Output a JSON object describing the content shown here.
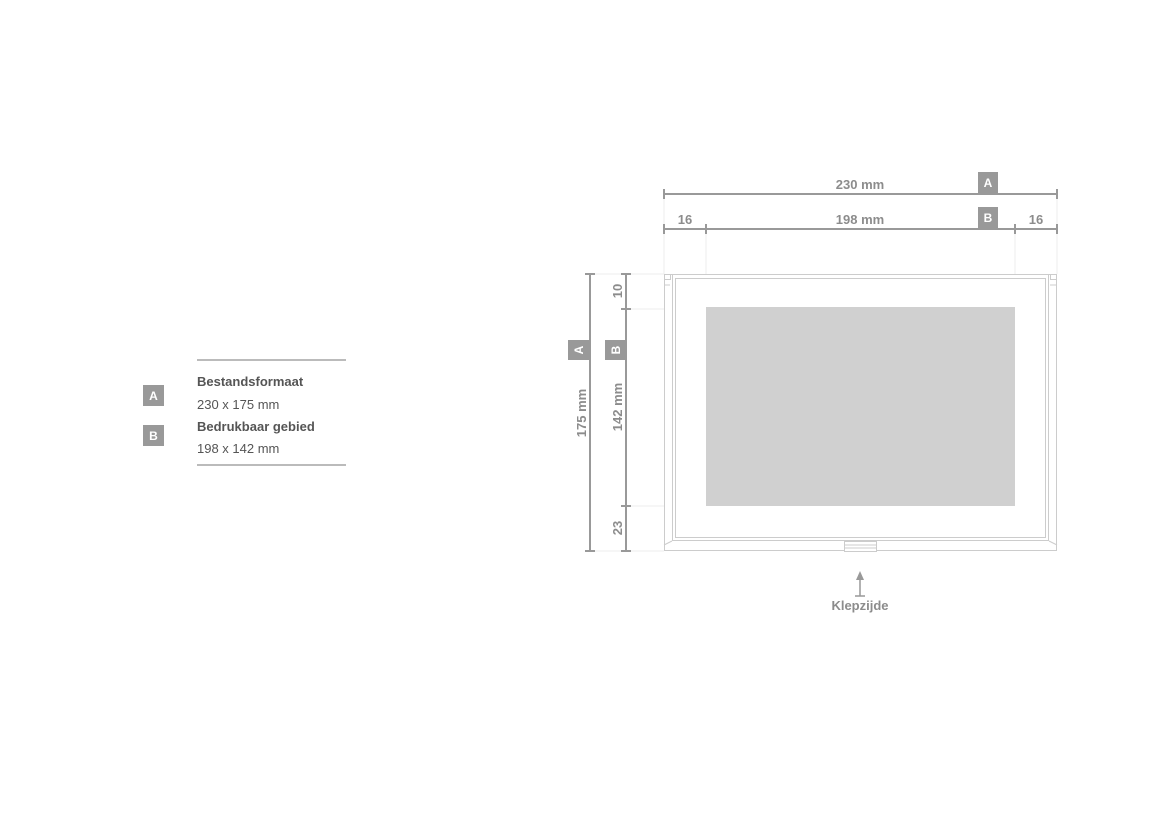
{
  "legend": {
    "items": [
      {
        "badge": "A",
        "title": "Bestandsformaat",
        "value": "230 x 175 mm"
      },
      {
        "badge": "B",
        "title": "Bedrukbaar gebied",
        "value": "198 x 142 mm"
      }
    ]
  },
  "diagram": {
    "width_total": "230 mm",
    "width_print": "198 mm",
    "margin_left": "16",
    "margin_right": "16",
    "height_total": "175 mm",
    "height_print": "142 mm",
    "margin_top": "10",
    "margin_bottom": "23",
    "badge_a": "A",
    "badge_b": "B",
    "flap_label": "Klepzijde"
  },
  "colors": {
    "line": "#999999",
    "badge": "#999999",
    "print_area": "#d0d0d0",
    "frame": "#cccccc"
  }
}
